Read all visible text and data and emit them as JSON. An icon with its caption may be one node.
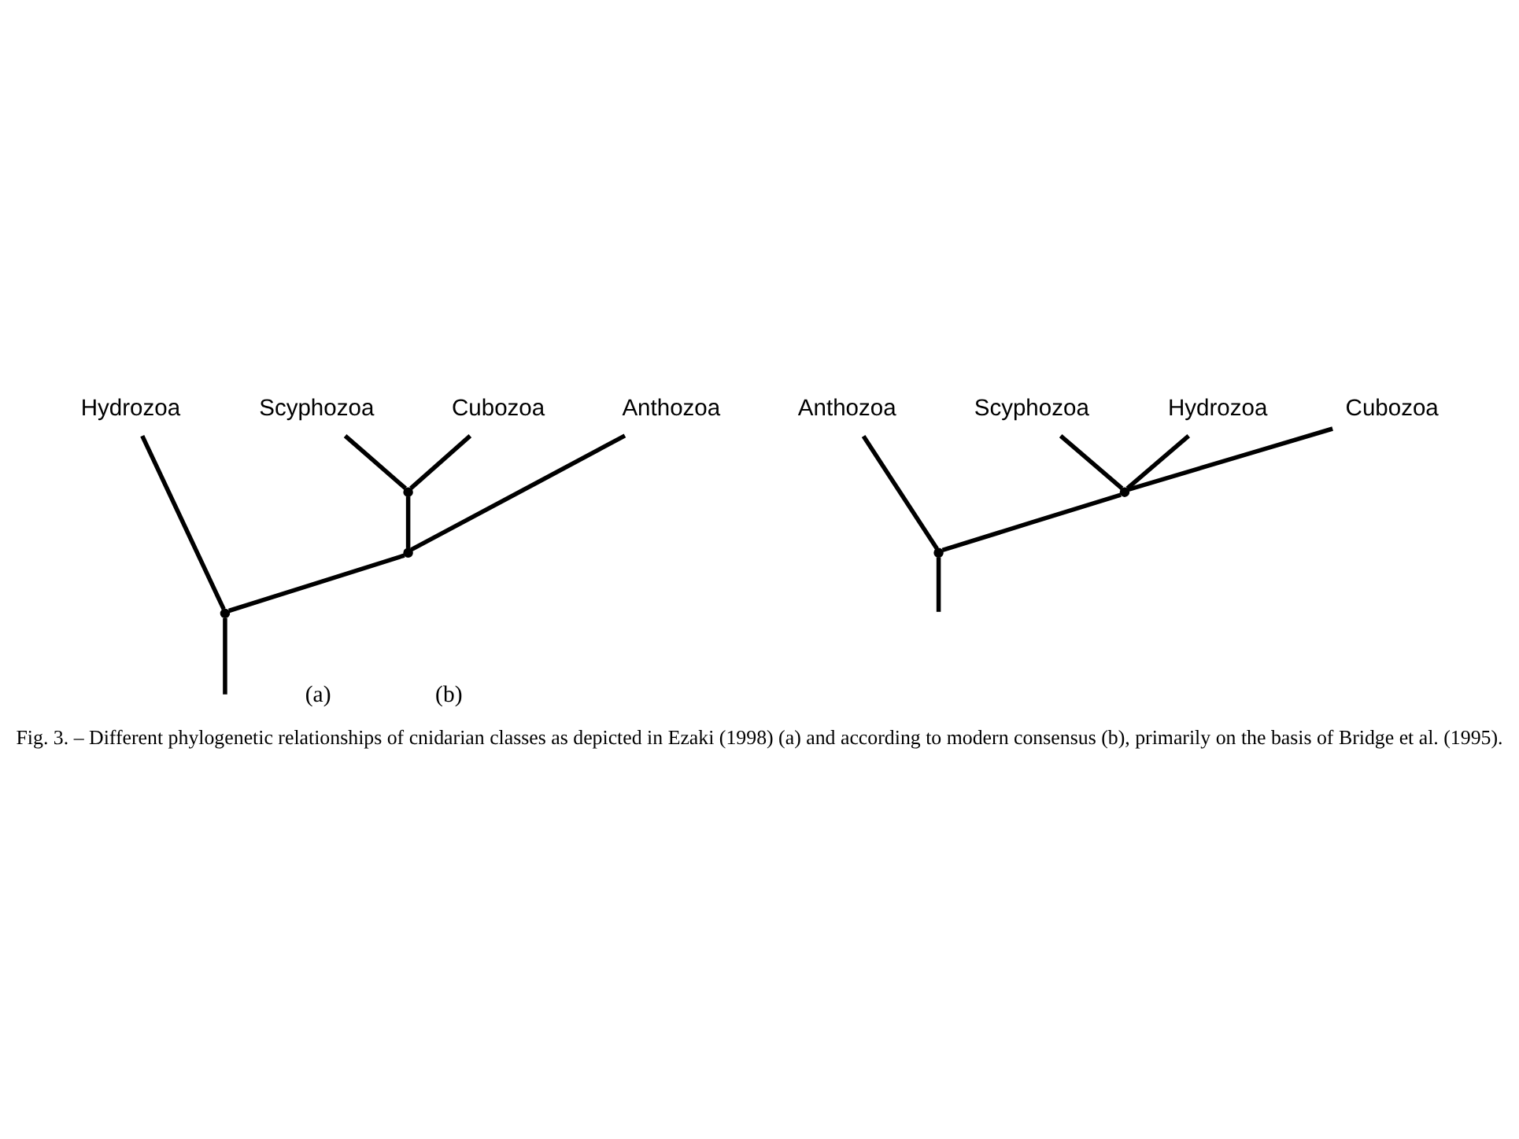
{
  "diagram": {
    "caption": "Fig. 3. – Different phylogenetic relationships of cnidarian classes as depicted in Ezaki (1998) (a) and according to modern consensus (b), primarily on the basis of Bridge et al. (1995).",
    "nodes": [
      {
        "text": [
          "Hydrozoa"
        ]
      },
      {
        "text": [
          "Scyphozoa"
        ]
      },
      {
        "text": [
          "Cubozoa"
        ]
      },
      {
        "text": [
          "Anthozoa"
        ]
      },
      {
        "text": [],
        "shape": "point"
      },
      {
        "text": [],
        "shape": "point"
      },
      {
        "text": [],
        "shape": "point"
      },
      {
        "text": [
          "Anthozoa"
        ]
      },
      {
        "text": [
          "Scyphozoa"
        ]
      },
      {
        "text": [
          "Hydrozoa"
        ]
      },
      {
        "text": [
          "Cubozoa"
        ]
      },
      {
        "text": [],
        "shape": "point"
      },
      {
        "text": [],
        "shape": "point"
      }
    ],
    "edges": [
      {
        "from": null,
        "to": 6,
        "arrow": "none"
      },
      {
        "from": 6,
        "to": 0,
        "arrow": "none"
      },
      {
        "from": 6,
        "to": 5,
        "arrow": "none"
      },
      {
        "from": 5,
        "to": 4,
        "arrow": "none"
      },
      {
        "from": 5,
        "to": 3,
        "arrow": "none"
      },
      {
        "from": 4,
        "to": 1,
        "arrow": "none"
      },
      {
        "from": 4,
        "to": 2,
        "arrow": "none"
      },
      {
        "from": null,
        "to": 12,
        "arrow": "none"
      },
      {
        "from": 12,
        "to": 7,
        "arrow": "none"
      },
      {
        "from": 12,
        "to": 11,
        "arrow": "none"
      },
      {
        "from": 11,
        "to": 8,
        "arrow": "none"
      },
      {
        "from": 11,
        "to": 9,
        "arrow": "none"
      },
      {
        "from": 11,
        "to": 10,
        "arrow": "none"
      }
    ],
    "labels": [
      "(a)",
      "(b)"
    ]
  }
}
